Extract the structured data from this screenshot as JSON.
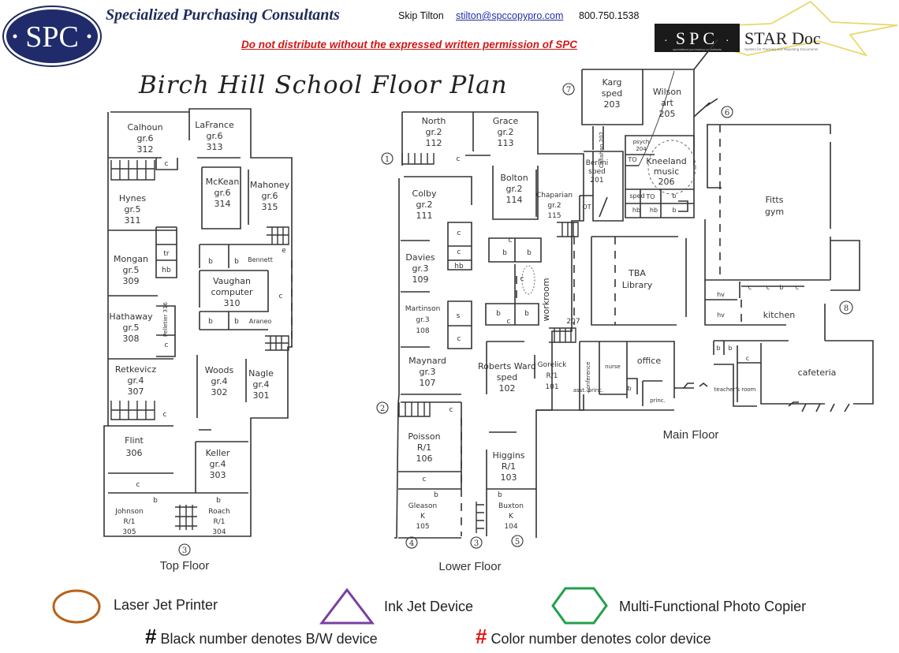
{
  "header": {
    "logo_text": "SPC",
    "company_name": "Specialized Purchasing Consultants",
    "contact_name": "Skip Tilton",
    "contact_email": "stilton@spccopypro.com",
    "contact_phone": "800.750.1538",
    "warning": "Do not distribute without the expressed written permission of SPC",
    "stardoc_logo_text": "SPC",
    "stardoc_sub": "specialized purchasing consultants",
    "stardoc_title": "STAR Doc",
    "stardoc_tagline": "System for Tracking and Reporting Documents"
  },
  "plan": {
    "title": "Birch Hill School Floor Plan",
    "floors": {
      "top": {
        "label": "Top Floor",
        "rooms": [
          {
            "name": "Calhoun",
            "grade": "gr.6",
            "number": "312"
          },
          {
            "name": "LaFrance",
            "grade": "gr.6",
            "number": "313"
          },
          {
            "name": "McKean",
            "grade": "gr.6",
            "number": "314"
          },
          {
            "name": "Mahoney",
            "grade": "gr.6",
            "number": "315"
          },
          {
            "name": "Hynes",
            "grade": "gr.5",
            "number": "311"
          },
          {
            "name": "Mongan",
            "grade": "gr.5",
            "number": "309"
          },
          {
            "name": "Vaughan",
            "grade": "computer",
            "number": "310"
          },
          {
            "name": "Hathaway",
            "grade": "gr.5",
            "number": "308"
          },
          {
            "name": "Pelletier",
            "grade": "",
            "number": "316"
          },
          {
            "name": "Retkevicz",
            "grade": "gr.4",
            "number": "307"
          },
          {
            "name": "Woods",
            "grade": "gr.4",
            "number": "302"
          },
          {
            "name": "Nagle",
            "grade": "gr.4",
            "number": "301"
          },
          {
            "name": "Flint",
            "grade": "",
            "number": "306"
          },
          {
            "name": "Keller",
            "grade": "gr.4",
            "number": "303"
          },
          {
            "name": "Johnson",
            "grade": "R/1",
            "number": "305"
          },
          {
            "name": "Roach",
            "grade": "R/1",
            "number": "304"
          }
        ],
        "small_labels": [
          "c",
          "tr",
          "hb",
          "b",
          "b",
          "Bennett",
          "e",
          "b",
          "b",
          "Araneo",
          "c",
          "c",
          "c",
          "c",
          "c",
          "b",
          "b"
        ],
        "entrances": [
          "3"
        ]
      },
      "lower": {
        "label": "Lower Floor",
        "rooms": [
          {
            "name": "North",
            "grade": "gr.2",
            "number": "112"
          },
          {
            "name": "Grace",
            "grade": "gr.2",
            "number": "113"
          },
          {
            "name": "Bolton",
            "grade": "gr.2",
            "number": "114"
          },
          {
            "name": "Colby",
            "grade": "gr.2",
            "number": "111"
          },
          {
            "name": "Chaparian",
            "grade": "gr.2",
            "number": "115"
          },
          {
            "name": "Davies",
            "grade": "gr.3",
            "number": "109"
          },
          {
            "name": "Martinson",
            "grade": "gr.3",
            "number": "108"
          },
          {
            "name": "Maynard",
            "grade": "gr.3",
            "number": "107"
          },
          {
            "name": "Roberts Ward",
            "grade": "sped",
            "number": "102"
          },
          {
            "name": "Gorelick",
            "grade": "R/1",
            "number": "101"
          },
          {
            "name": "Poisson",
            "grade": "R/1",
            "number": "106"
          },
          {
            "name": "Higgins",
            "grade": "R/1",
            "number": "103"
          },
          {
            "name": "Gleason",
            "grade": "K",
            "number": "105"
          },
          {
            "name": "Buxton",
            "grade": "K",
            "number": "104"
          }
        ],
        "workroom": "workroom",
        "entrances": [
          "1",
          "2",
          "4",
          "3",
          "5"
        ]
      },
      "main": {
        "label": "Main Floor",
        "rooms": [
          {
            "name": "Karg",
            "grade": "sped",
            "number": "203"
          },
          {
            "name": "Wilson",
            "grade": "art",
            "number": "205"
          },
          {
            "name": "Callahan",
            "grade": "",
            "number": "202"
          },
          {
            "name": "psych",
            "grade": "",
            "number": "204"
          },
          {
            "name": "Berlini",
            "grade": "sped",
            "number": "201"
          },
          {
            "name": "Kneeland",
            "grade": "music",
            "number": "206"
          },
          {
            "name": "Fitts",
            "grade": "gym",
            "number": ""
          },
          {
            "name": "TBA",
            "grade": "Library",
            "number": ""
          },
          {
            "name": "kitchen",
            "grade": "",
            "number": ""
          },
          {
            "name": "cafeteria",
            "grade": "",
            "number": ""
          },
          {
            "name": "office",
            "grade": "",
            "number": ""
          },
          {
            "name": "nurse",
            "grade": "",
            "number": ""
          },
          {
            "name": "conference",
            "grade": "",
            "number": ""
          },
          {
            "name": "asst. princ.",
            "grade": "",
            "number": ""
          },
          {
            "name": "princ.",
            "grade": "",
            "number": ""
          },
          {
            "name": "teacher's room",
            "grade": "",
            "number": ""
          }
        ],
        "small_labels": [
          "OT",
          "TO",
          "TO",
          "sped",
          "hb",
          "hb",
          "b",
          "b",
          "hv",
          "hv",
          "207"
        ],
        "entrances": [
          "7",
          "6",
          "8"
        ]
      }
    }
  },
  "legend": {
    "items": [
      {
        "shape": "circle",
        "label": "Laser Jet Printer",
        "color": "#b8621b"
      },
      {
        "shape": "triangle",
        "label": "Ink Jet Device",
        "color": "#7a3fa0"
      },
      {
        "shape": "hexagon",
        "label": "Multi-Functional Photo Copier",
        "color": "#22a04a"
      }
    ],
    "notes": [
      {
        "symbol": "#",
        "label": "Black number denotes B/W device",
        "color": "#111111"
      },
      {
        "symbol": "#",
        "label": "Color number denotes color device",
        "color": "#e01515"
      }
    ]
  }
}
